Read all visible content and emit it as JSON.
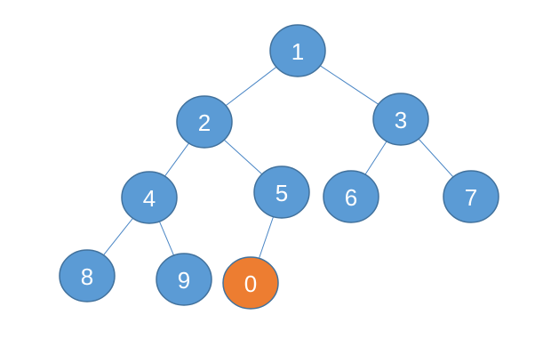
{
  "colors": {
    "node_fill": "#5b9bd5",
    "highlight_fill": "#ed7d31",
    "edge": "#4a86c5",
    "label": "#ffffff"
  },
  "tree": {
    "nodes": [
      {
        "id": "n1",
        "label": "1",
        "highlighted": false
      },
      {
        "id": "n2",
        "label": "2",
        "highlighted": false
      },
      {
        "id": "n3",
        "label": "3",
        "highlighted": false
      },
      {
        "id": "n4",
        "label": "4",
        "highlighted": false
      },
      {
        "id": "n5",
        "label": "5",
        "highlighted": false
      },
      {
        "id": "n6",
        "label": "6",
        "highlighted": false
      },
      {
        "id": "n7",
        "label": "7",
        "highlighted": false
      },
      {
        "id": "n8",
        "label": "8",
        "highlighted": false
      },
      {
        "id": "n9",
        "label": "9",
        "highlighted": false
      },
      {
        "id": "n0",
        "label": "0",
        "highlighted": true
      }
    ],
    "edges": [
      {
        "from": "n1",
        "to": "n2"
      },
      {
        "from": "n1",
        "to": "n3"
      },
      {
        "from": "n2",
        "to": "n4"
      },
      {
        "from": "n2",
        "to": "n5"
      },
      {
        "from": "n3",
        "to": "n6"
      },
      {
        "from": "n3",
        "to": "n7"
      },
      {
        "from": "n4",
        "to": "n8"
      },
      {
        "from": "n4",
        "to": "n9"
      },
      {
        "from": "n5",
        "to": "n0"
      }
    ]
  }
}
